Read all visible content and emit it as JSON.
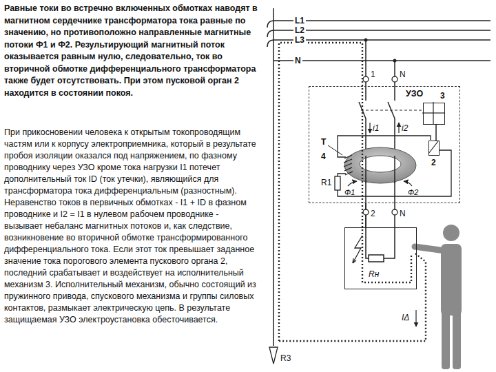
{
  "diagram": {
    "nodes": [
      {
        "text": [
          "УЗО"
        ]
      },
      {
        "text": [
          "3"
        ],
        "in": 0
      },
      {
        "text": [
          "2"
        ],
        "in": 0
      },
      {
        "text": [
          "Rн"
        ]
      }
    ],
    "edges": [
      {
        "from": 0,
        "to": 3,
        "arrow": "none"
      },
      {
        "from": 2,
        "to": 1,
        "arrow": "none"
      }
    ],
    "labels": [
      "Равные токи во встречно включенных обмотках наводят в магнитном сердечнике трансформатора тока равные по значению, но противоположно направленные магнитные потоки Ф1 и Ф2. Результирующий магнитный поток оказывается равным нулю, следовательно, ток во вторичной обмотке дифференциального трансформатора также будет отсутствовать. При этом пусковой орган 2 находится в состоянии покоя.",
      "При прикосновении человека к открытым токопроводящим частям или к корпусу электроприемника, который в результате пробоя изоляции оказался под напряжением, по фазному проводнику через УЗО кроме тока нагрузки I1 потечет дополнительный ток ID (ток утечки), являющийся для трансформатора тока дифференциальным (разностным). Неравенство токов в первичных обмотках - I1 + ID в фазном проводнике и I2 = I1 в нулевом рабочем проводнике - вызывает небаланс магнитных потоков и, как следствие, возникновение во вторичной обмотке трансформированного дифференциального тока. Если этот ток превышает заданное значение тока порогового элемента пускового органа 2, последний срабатывает и воздействует на исполнительный механизм 3. Исполнительный механизм, обычно состоящий из пружинного привода, спускового механизма и группы силовых контактов, размыкает электрическую цепь. В результате защищаемая УЗО электроустановка обесточивается.",
      "L1",
      "L2",
      "L3",
      "N",
      "1",
      "N",
      "i1",
      "i2",
      "T",
      "4",
      "R1",
      "Φ1",
      "Φ2",
      "2",
      "N",
      "IΔ",
      "R3"
    ]
  }
}
